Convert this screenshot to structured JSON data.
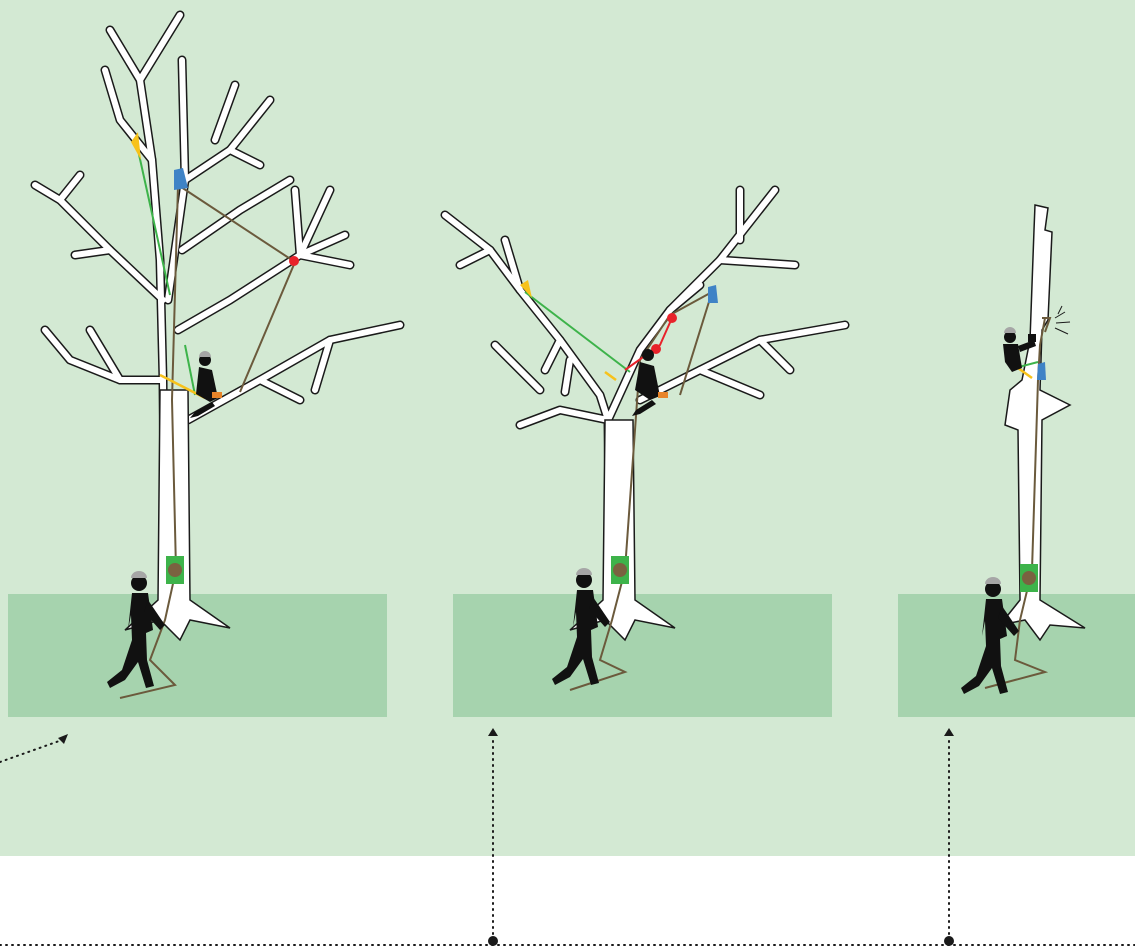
{
  "colors": {
    "background": "#d3e9d3",
    "ground": "#a6d3ae",
    "lower_band": "#ffffff",
    "trunk": "#ffffff",
    "outline": "#1a1a1a",
    "rope_brown": "#6b5a3c",
    "sling_green": "#3db34a",
    "lanyard_yellow": "#f7c21a",
    "connector_red": "#e8222a",
    "pulley_blue": "#3f83c6",
    "base_block_green": "#3db34a",
    "base_wrap_brown": "#7a6240",
    "helmet_gray": "#a6a6a6",
    "person_black": "#111111",
    "dots": "#1a1a1a"
  },
  "panels": [
    {
      "id": "stage-1",
      "tree": "full-crown",
      "climber": "in-crown",
      "ground_worker": "holding-rope"
    },
    {
      "id": "stage-2",
      "tree": "reduced-crown",
      "climber": "in-crown",
      "ground_worker": "holding-rope"
    },
    {
      "id": "stage-3",
      "tree": "trunk-section",
      "climber": "on-trunk",
      "ground_worker": "holding-rope"
    }
  ],
  "icons": [
    "climber-icon",
    "ground-worker-icon",
    "pulley-icon",
    "friction-device-icon",
    "chainsaw-icon"
  ]
}
